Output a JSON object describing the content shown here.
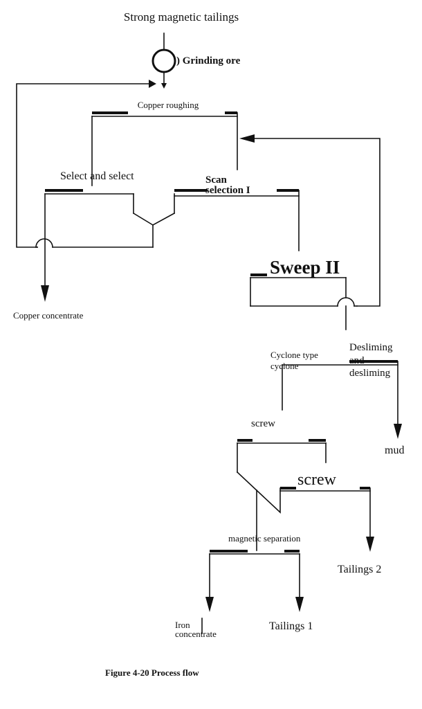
{
  "diagram": {
    "nodes": {
      "feed": "Strong magnetic tailings",
      "grinding": ") Grinding ore",
      "copper_roughing": "Copper roughing",
      "select": "Select and select",
      "scan1_line1": "Scan",
      "scan1_line2": "selection I",
      "sweep2": "Sweep II",
      "copper_concentrate": "Copper concentrate",
      "cyclone_line1": "Cyclone type",
      "cyclone_line2": "cyclone",
      "desliming_line1": "Desliming",
      "desliming_line2": "and",
      "desliming_line3": "desliming",
      "screw1": "screw",
      "mud": "mud",
      "screw2": "screw",
      "magnetic_separation": "magnetic separation",
      "tailings2": "Tailings 2",
      "iron_line1": "Iron",
      "iron_line2": "concentrate",
      "tailings1": "Tailings 1"
    },
    "caption": "Figure 4-20 Process flow"
  }
}
